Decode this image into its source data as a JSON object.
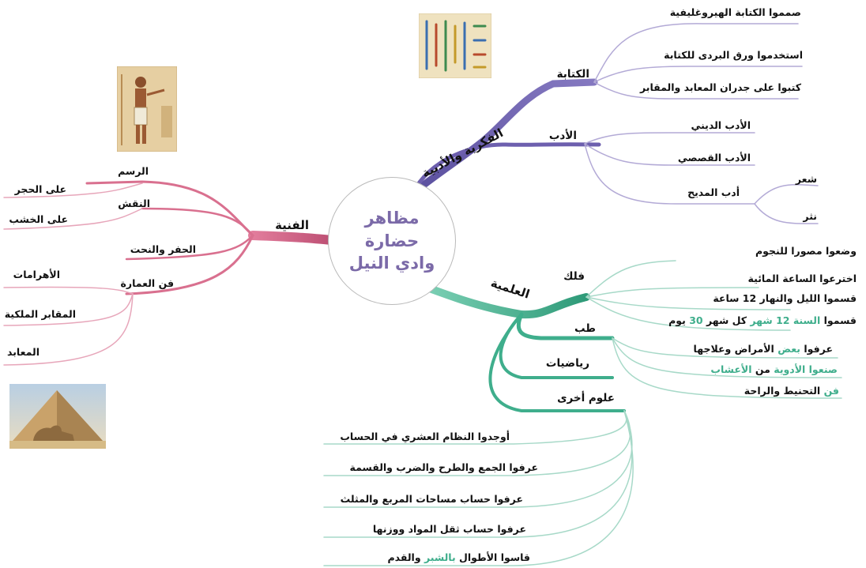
{
  "center": {
    "line1": "مظاهر",
    "line2": "حضارة",
    "line3": "وادي النيل"
  },
  "branches": {
    "intellectual": {
      "label": "الفكرية والأدبية",
      "color": "#6d5fae",
      "writing": {
        "label": "الكتابة",
        "items": [
          "صمموا الكتابة الهيروغليفية",
          "استخدموا ورق البردى للكتابة",
          "كتبوا على جدران المعابد والمقابر"
        ]
      },
      "literature": {
        "label": "الأدب",
        "items": [
          "الأدب الديني",
          "الأدب القصصي"
        ],
        "praise": {
          "label": "أدب المديح",
          "items": [
            "شعر",
            "نثر"
          ]
        }
      }
    },
    "art": {
      "label": "الفنية",
      "color": "#d9708f",
      "drawing": "الرسم",
      "engraving": {
        "label": "النقش",
        "items": [
          "على الحجر",
          "على الخشب"
        ]
      },
      "carving": "الحفر والنحت",
      "architecture": {
        "label": "فن العمارة",
        "items": [
          "الأهرامات",
          "المقابر الملكية",
          "المعابد"
        ]
      }
    },
    "science": {
      "label": "العلمية",
      "color": "#3fae8c",
      "astronomy": {
        "label": "فلك",
        "items": [
          "وضعوا مصورا للنجوم",
          "اخترعوا الساعة المائية",
          "قسموا الليل والنهار 12 ساعة"
        ],
        "year": {
          "a": "قسموا ",
          "b": "السنة 12 شهر",
          "c": " كل شهر ",
          "d": "30",
          "e": " يوم"
        }
      },
      "medicine": {
        "label": "طب",
        "l1": {
          "a": "عرفوا ",
          "b": "بعض",
          "c": " الأمراض وعلاجها"
        },
        "l2": {
          "a": "صنعوا الأدوية",
          "b": " من ",
          "c": "الأعشاب"
        },
        "l3": {
          "a": "فن",
          "b": " التحنيط والراحة"
        }
      },
      "math": {
        "label": "رياضيات",
        "items": [
          "أوجدوا النظام العشري في الحساب",
          "عرفوا الجمع والطرح والضرب والقسمة",
          "عرفوا حساب مساحات المربع والمثلث",
          "عرفوا حساب ثقل المواد ووزنها"
        ],
        "last": {
          "a": "قاسوا الأطوال ",
          "b": "بالشبر",
          "c": " و",
          "d": "القدم"
        }
      },
      "other": {
        "label": "علوم أخرى"
      }
    }
  },
  "icons": [
    "hieroglyph-papyrus-picture",
    "egyptian-painting-picture",
    "pyramid-sphinx-picture"
  ]
}
